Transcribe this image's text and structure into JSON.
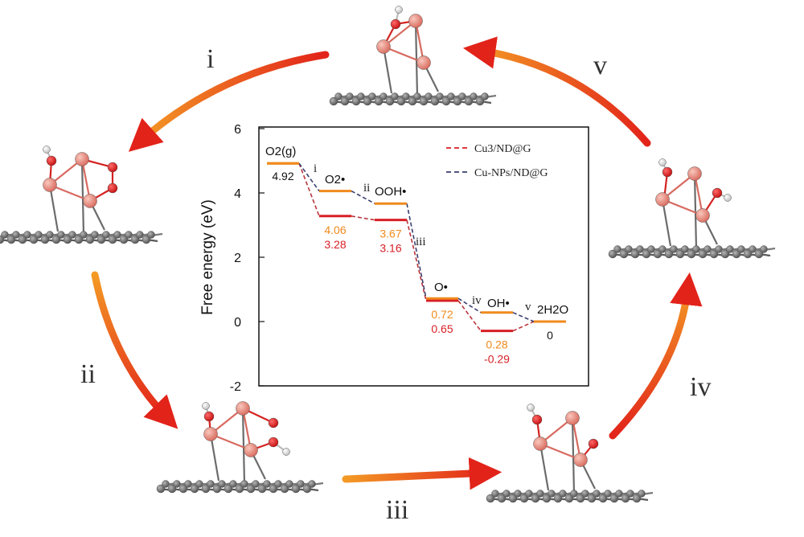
{
  "cycle_steps": [
    "i",
    "ii",
    "iii",
    "iv",
    "v"
  ],
  "colors": {
    "arrow_start": "#f39a25",
    "arrow_end": "#e2231a",
    "cu3": "#d81f26",
    "cunps": "#f08a1c",
    "cu_atom": "#e8857a",
    "o_atom": "#dd1a1a",
    "c_atom": "#6d6d6d",
    "h_atom": "#f5f5f5"
  },
  "chart_data": {
    "type": "line",
    "ylabel": "Free energy (eV)",
    "yticks": [
      "6",
      "4",
      "2",
      "0",
      "-2"
    ],
    "ylim": [
      -2,
      6
    ],
    "species": [
      "O2(g)",
      "O2•",
      "OOH•",
      "O•",
      "OH•",
      "2H2O"
    ],
    "step_labels": [
      "i",
      "ii",
      "iii",
      "iv",
      "v"
    ],
    "legend": [
      "Cu3/ND@G",
      "Cu-NPs/ND@G"
    ],
    "series": [
      {
        "name": "Cu3/ND@G",
        "values": [
          4.92,
          3.28,
          3.16,
          0.65,
          -0.29,
          0
        ],
        "labels": [
          "4.92",
          "3.28",
          "3.16",
          "0.65",
          "-0.29",
          "0"
        ]
      },
      {
        "name": "Cu-NPs/ND@G",
        "values": [
          4.92,
          4.06,
          3.67,
          0.72,
          0.28,
          0
        ],
        "labels": [
          "4.92",
          "4.06",
          "3.67",
          "0.72",
          "0.28",
          "0"
        ]
      }
    ]
  }
}
